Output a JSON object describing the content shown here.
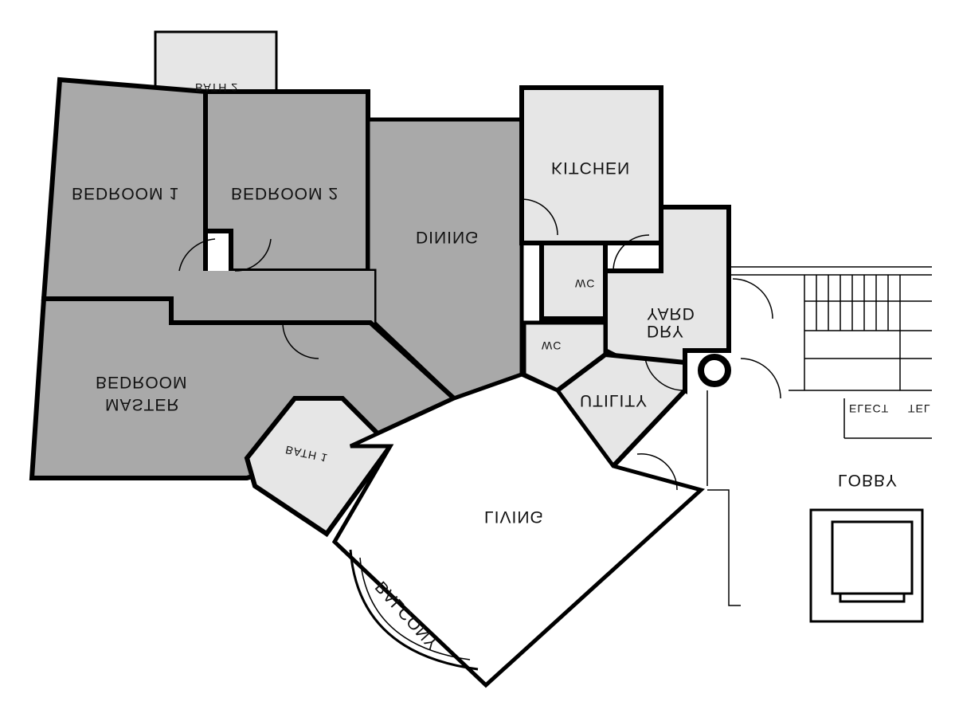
{
  "rooms": {
    "bedroom1": "BEDROOM 1",
    "bedroom2": "BEDROOM 2",
    "bath2": "BATH 2",
    "dining": "DINING",
    "kitchen": "KITCHEN",
    "wc1": "WC",
    "wc2": "WC",
    "dry_yard": "DRY YARD",
    "utility": "UTILITY",
    "master_bedroom_line1": "MASTER",
    "master_bedroom_line2": "BEDROOM",
    "bath1": "BATH 1",
    "living": "LIVING",
    "balcony": "BALCONY",
    "lobby": "LOBBY",
    "elect": "ELECT",
    "tel": "TEL"
  },
  "colors": {
    "private_area": "#a9a9a9",
    "service_area": "#e6e6e6",
    "wall": "#000000"
  }
}
